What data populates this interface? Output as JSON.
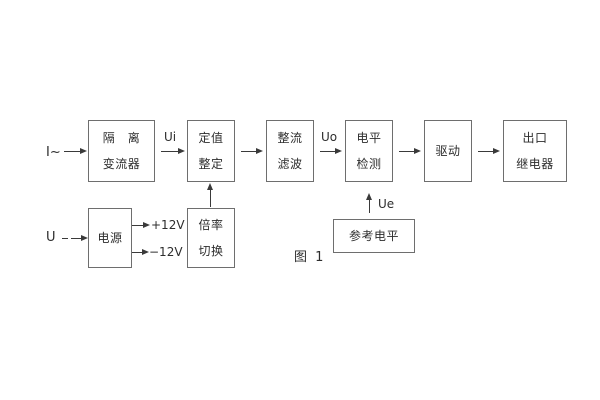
{
  "figure": {
    "caption": "图 1",
    "inputs": {
      "current": "I~",
      "voltage": "U"
    },
    "signal_labels": {
      "ui": "Ui",
      "uo": "Uo",
      "ue": "Ue"
    },
    "power_rails": {
      "positive": "+12V",
      "negative": "−12V"
    },
    "blocks": {
      "isolation_transformer": {
        "line1": "隔　离",
        "line2": "变流器"
      },
      "setting_adjust": {
        "line1": "定值",
        "line2": "整定"
      },
      "rectifier_filter": {
        "line1": "整流",
        "line2": "滤波"
      },
      "level_detect": {
        "line1": "电平",
        "line2": "检测"
      },
      "driver": {
        "label": "驱动"
      },
      "output_relay": {
        "line1": "出口",
        "line2": "继电器"
      },
      "power_supply": {
        "label": "电源"
      },
      "ratio_switch": {
        "line1": "倍率",
        "line2": "切换"
      },
      "reference_level": {
        "label": "参考电平"
      }
    },
    "colors": {
      "box_border": "#6e6e6e",
      "text": "#2d2d2d",
      "background": "#ffffff"
    }
  }
}
